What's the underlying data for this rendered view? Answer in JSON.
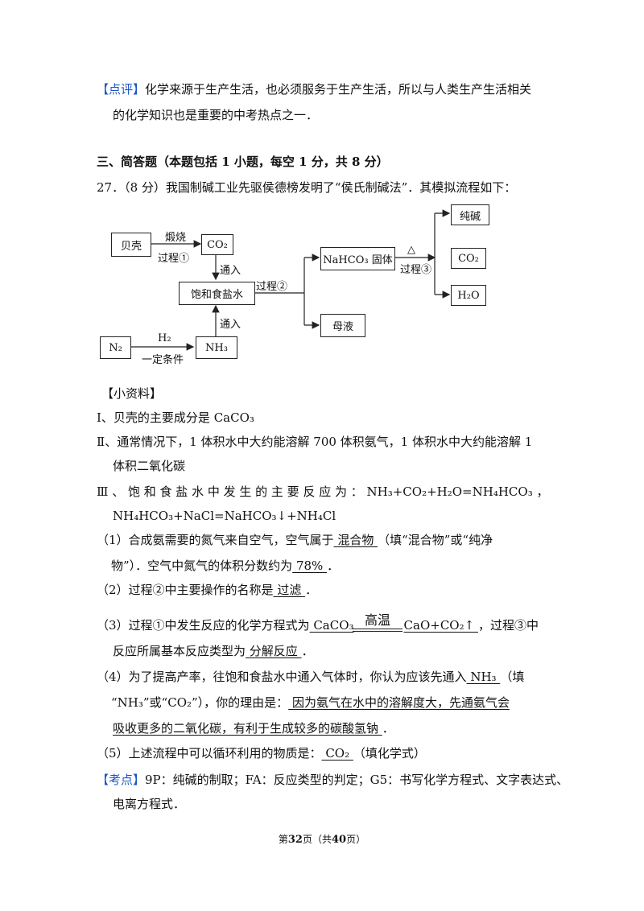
{
  "comment_line1_tag": "【点评】",
  "comment_line1_text": "化学来源于生产生活，也必须服务于生产生活，所以与人类生产生活相关",
  "comment_line2": "的化学知识也是重要的中考热点之一．",
  "section_title": "三、简答题（本题包括 1 小题，每空 1 分，共 8 分）",
  "question_intro": "27．（8 分）我国制碱工业先驱侯德榜发明了“侯氏制碱法”．其模拟流程如下：",
  "diagram": {
    "shell": "贝壳",
    "calcine": "煅烧",
    "process1": "过程①",
    "co2": "CO₂",
    "pass_in_top": "通入",
    "brine": "饱和食盐水",
    "process2": "过程②",
    "nahco3": "NaHCO₃ 固体",
    "triangle": "△",
    "process3": "过程③",
    "soda": "纯碱",
    "co2_out": "CO₂",
    "h2o": "H₂O",
    "mother_liquor": "母液",
    "pass_in_bottom": "通入",
    "n2": "N₂",
    "h2": "H₂",
    "condition": "一定条件",
    "nh3": "NH₃"
  },
  "info_title": "【小资料】",
  "info1": "I、贝壳的主要成分是 CaCO₃",
  "info2_line1": "Ⅱ、通常情况下，1 体积水中大约能溶解 700 体积氨气，1 体积水中大约能溶解 1",
  "info2_line2": "体积二氧化碳",
  "info3_line1": "Ⅲ 、 饱 和 食 盐 水 中 发 生 的 主 要 反 应 为 ：  NH₃+CO₂+H₂O=NH₄HCO₃ ，",
  "info3_line2": "NH₄HCO₃+NaCl=NaHCO₃↓+NH₄Cl",
  "q1_a": "（1）合成氨需要的氮气来自空气，空气属于",
  "q1_ans1": "  混合物  ",
  "q1_b": "（填“混合物”或“纯净",
  "q1_c": "物”）．空气中氮气的体积分数约为",
  "q1_ans2": "  78%   ",
  "q1_d": "．",
  "q2_a": "（2）过程②中主要操作的名称是",
  "q2_ans": "  过滤  ",
  "q2_b": "．",
  "q3_a": "（3）过程①中发生反应的化学方程式为",
  "q3_ans_left": "  CaCO₃",
  "q3_cond": "高温",
  "q3_ans_right": "CaO+CO₂↑  ",
  "q3_b": "，过程③中",
  "q3_c": "反应所属基本反应类型为",
  "q3_ans2": "  分解反应  ",
  "q3_d": "．",
  "q4_a": "（4）为了提高产率，往饱和食盐水中通入气体时，你认为应该先通入",
  "q4_ans1": "  NH₃  ",
  "q4_b": "（填",
  "q4_c": "“NH₃”或“CO₂”），你的理由是：",
  "q4_ans2_part1": "  因为氨气在水中的溶解度大，先通氨气会",
  "q4_ans2_part2": "吸收更多的二氧化碳，有利于生成较多的碳酸氢钠  ",
  "q4_d": "．",
  "q5_a": "（5）上述流程中可以循环利用的物质是：",
  "q5_ans": "  CO₂   ",
  "q5_b": "（填化学式）",
  "kp_tag": "【考点】",
  "kp_text": "9P：纯碱的制取；FA：反应类型的判定；G5：书写化学方程式、文字表达式、",
  "kp_line2": "电离方程式．",
  "footer_pre": "第",
  "footer_page": "32",
  "footer_mid": "页（共",
  "footer_total": "40",
  "footer_post": "页）"
}
